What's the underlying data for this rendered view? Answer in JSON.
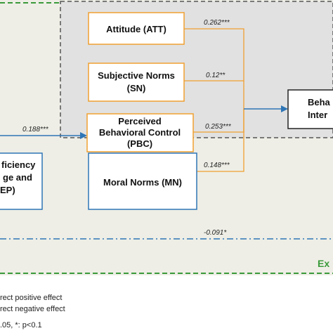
{
  "nodes": {
    "att": {
      "line1": "Attitude (ATT)"
    },
    "sn": {
      "line1": "Subjective Norms",
      "line2": "(SN)"
    },
    "pbc": {
      "line1": "Perceived",
      "line2": "Behavioral Control",
      "line3": "(PBC)"
    },
    "mn": {
      "line1": "Moral Norms (MN)"
    },
    "bi": {
      "line1": "Beha",
      "line2": "Inter"
    },
    "left": {
      "line1": "ficiency",
      "line2": "ge and",
      "line3": "EP)"
    }
  },
  "coefficients": {
    "att_bi": "0.262***",
    "sn_bi": "0.12**",
    "pbc_bi": "0.253***",
    "mn_bi": "0.148***",
    "left_pbc": "0.188***",
    "ext": "-0.091*"
  },
  "extended_label": "Ex",
  "legend": {
    "positive": "rect positive effect",
    "negative": "rect negative effect",
    "significance": ".05, *: p<0.1"
  },
  "colors": {
    "orange": "#f0a030",
    "blue": "#2e75b6",
    "green": "#3a9a3a",
    "panel": "#eeeee6",
    "inner": "#e1e1e1"
  }
}
